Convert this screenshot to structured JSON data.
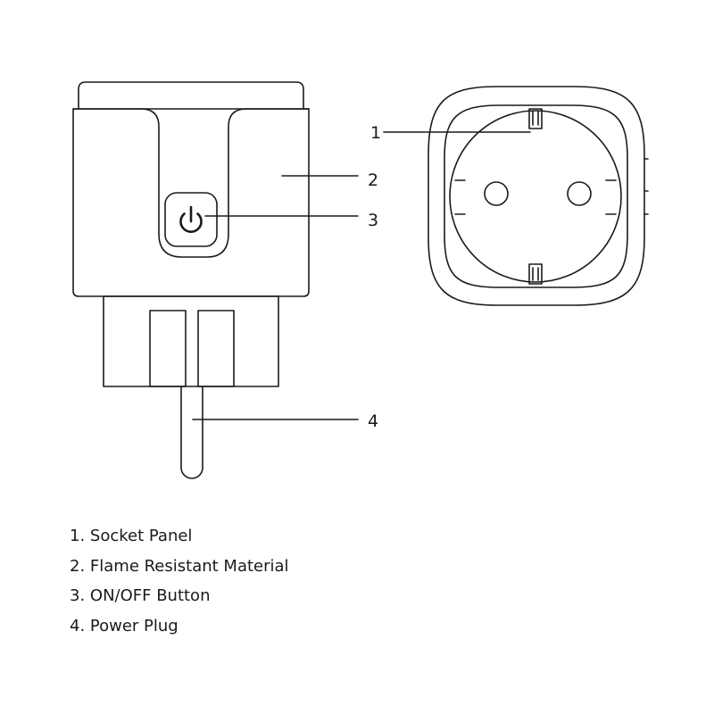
{
  "callouts": [
    {
      "number": "1",
      "label": "1. Socket Panel"
    },
    {
      "number": "2",
      "label": "2. Flame Resistant Material"
    },
    {
      "number": "3",
      "label": "3. ON/OFF Button"
    },
    {
      "number": "4",
      "label": "4. Power Plug"
    }
  ],
  "colors": {
    "stroke": "#1a1a1a",
    "background": "#ffffff"
  },
  "icons": [
    "power-icon"
  ]
}
